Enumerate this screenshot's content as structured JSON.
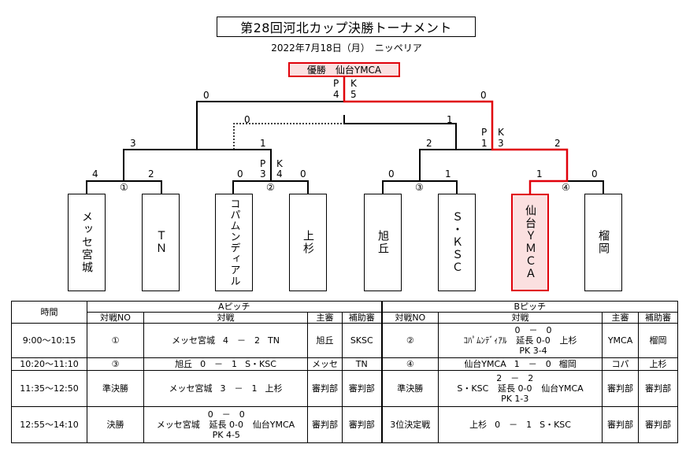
{
  "title": "第28回河北カップ決勝トーナメント",
  "date_venue": "2022年7月18日（月）　ニッペリア",
  "champion": "優勝　仙台YMCA",
  "teams": [
    "メッセ宮城",
    "ＴＮ",
    "コパムンディアル",
    "上杉",
    "旭丘",
    "Ｓ・ＫＳＣ",
    "仙台ＹＭＣＡ",
    "榴岡"
  ],
  "bracket_scores": {
    "r1_m1": [
      "4",
      "2"
    ],
    "r1_m2": [
      "0",
      "0"
    ],
    "r1_m2_pk": [
      "P",
      "3",
      "K",
      "4"
    ],
    "r1_m3": [
      "0",
      "1"
    ],
    "r1_m4": [
      "1",
      "0"
    ],
    "semi_a": [
      "3",
      "1"
    ],
    "semi_b": [
      "2",
      "2"
    ],
    "semi_b_pk": [
      "P",
      "1",
      "K",
      "3"
    ],
    "final": [
      "0",
      "0"
    ],
    "final_pk": [
      "P",
      "4",
      "K",
      "5"
    ],
    "third": [
      "0",
      "1"
    ]
  },
  "markers": [
    "①",
    "②",
    "③",
    "④"
  ],
  "schedule": {
    "headers": {
      "time": "時間",
      "pitch_a": "Aピッチ",
      "pitch_b": "Bピッチ",
      "match_no": "対戦NO",
      "match": "対戦",
      "referee": "主審",
      "assistant": "補助審"
    },
    "rows": [
      {
        "time": "9:00～10:15",
        "a_no": "①",
        "a_home": "メッセ宮城",
        "a_score": [
          "4　－　2"
        ],
        "a_away": "TN",
        "a_ref": "旭丘",
        "a_asst": "SKSC",
        "b_no": "②",
        "b_home": "ｺﾊﾟﾑﾝﾃﾞｨｱﾙ",
        "b_score": [
          "0　－　0",
          "延長 0-0",
          "PK 3-4"
        ],
        "b_away": "上杉",
        "b_ref": "YMCA",
        "b_asst": "榴岡"
      },
      {
        "time": "10:20～11:10",
        "a_no": "③",
        "a_home": "旭丘",
        "a_score": [
          "0　－　1"
        ],
        "a_away": "S・KSC",
        "a_ref": "メッセ",
        "a_asst": "TN",
        "b_no": "④",
        "b_home": "仙台YMCA",
        "b_score": [
          "1　－　0"
        ],
        "b_away": "榴岡",
        "b_ref": "コパ",
        "b_asst": "上杉"
      },
      {
        "time": "11:35～12:50",
        "a_no": "準決勝",
        "a_home": "メッセ宮城",
        "a_score": [
          "3　－　1"
        ],
        "a_away": "上杉",
        "a_ref": "審判部",
        "a_asst": "審判部",
        "b_no": "準決勝",
        "b_home": "S・KSC",
        "b_score": [
          "2　－　2",
          "延長 0-0",
          "PK 1-3"
        ],
        "b_away": "仙台YMCA",
        "b_ref": "審判部",
        "b_asst": "審判部"
      },
      {
        "time": "12:55～14:10",
        "a_no": "決勝",
        "a_home": "メッセ宮城",
        "a_score": [
          "0　－　0",
          "延長 0-0",
          "PK 4-5"
        ],
        "a_away": "仙台YMCA",
        "a_ref": "審判部",
        "a_asst": "審判部",
        "b_no": "3位決定戦",
        "b_home": "上杉",
        "b_score": [
          "0　－　1"
        ],
        "b_away": "S・KSC",
        "b_ref": "審判部",
        "b_asst": "審判部"
      }
    ]
  },
  "colors": {
    "winner_line": "#e0000a",
    "winner_fill": "#fbe0e0"
  }
}
